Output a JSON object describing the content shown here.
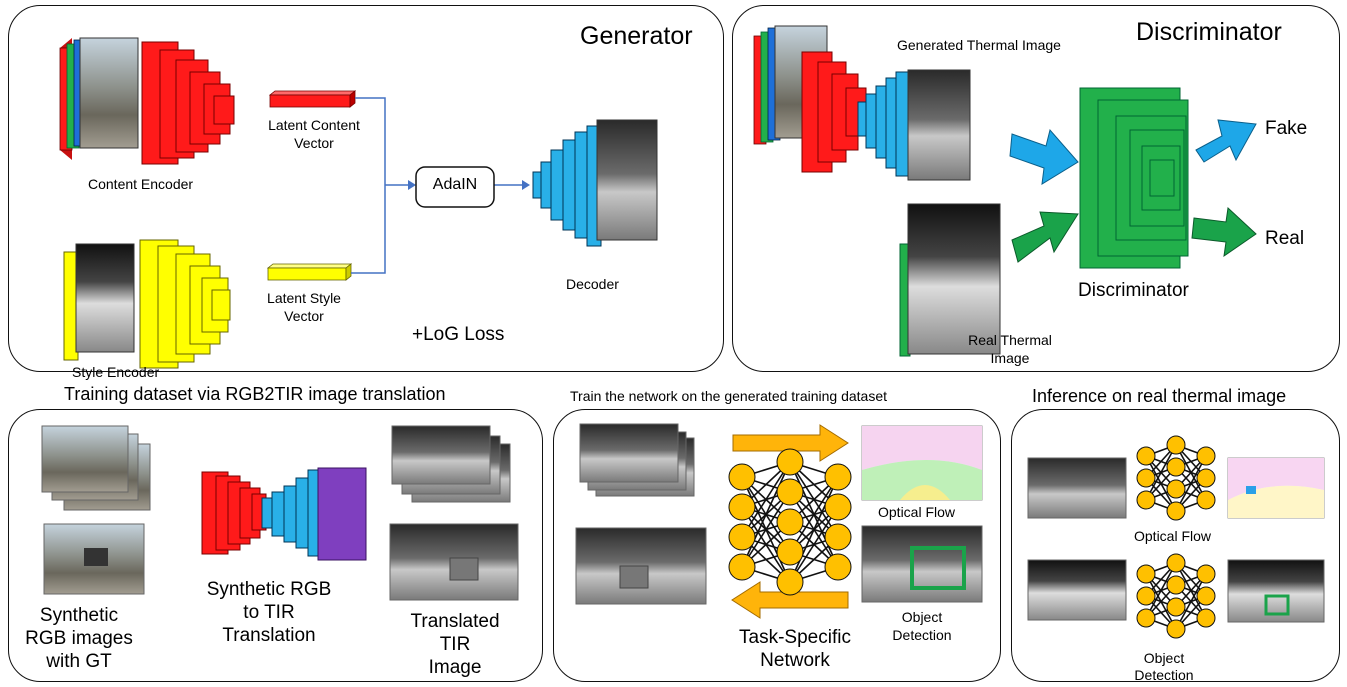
{
  "generator": {
    "title": "Generator",
    "content_encoder": "Content Encoder",
    "style_encoder": "Style Encoder",
    "latent_content_line1": "Latent Content",
    "latent_content_line2": "Vector",
    "latent_style_line1": "Latent Style",
    "latent_style_line2": "Vector",
    "adain": "AdaIN",
    "decoder": "Decoder",
    "log_loss": "+LoG Loss"
  },
  "discriminator": {
    "title": "Discriminator",
    "generated_thermal": "Generated Thermal Image",
    "real_thermal_line1": "Real Thermal",
    "real_thermal_line2": "Image",
    "discriminator_label": "Discriminator",
    "fake": "Fake",
    "real": "Real"
  },
  "training_dataset": {
    "header": "Training dataset via RGB2TIR image translation",
    "synthetic_line1": "Synthetic",
    "synthetic_line2": "RGB images",
    "synthetic_line3": "with GT",
    "translation_line1": "Synthetic RGB",
    "translation_line2": "to TIR",
    "translation_line3": "Translation",
    "translated_line1": "Translated",
    "translated_line2": "TIR",
    "translated_line3": "Image"
  },
  "train_network": {
    "header": "Train the network on the generated training dataset",
    "optical_flow": "Optical Flow",
    "object_line1": "Object",
    "object_line2": "Detection",
    "task_line1": "Task-Specific",
    "task_line2": "Network"
  },
  "inference": {
    "header": "Inference on real thermal image",
    "optical_flow": "Optical Flow",
    "object_line1": "Object",
    "object_line2": "Detection"
  },
  "colors": {
    "encoder_red": "#ff1a1a",
    "style_yellow": "#ffff00",
    "decoder_cyan": "#29b0e8",
    "disc_green": "#22b04b",
    "arrow_blue": "#1ea7e8",
    "arrow_green": "#1aa34a",
    "arrow_orange": "#ffb40a",
    "node_orange": "#ffc000",
    "purple": "#7f3fbf"
  }
}
